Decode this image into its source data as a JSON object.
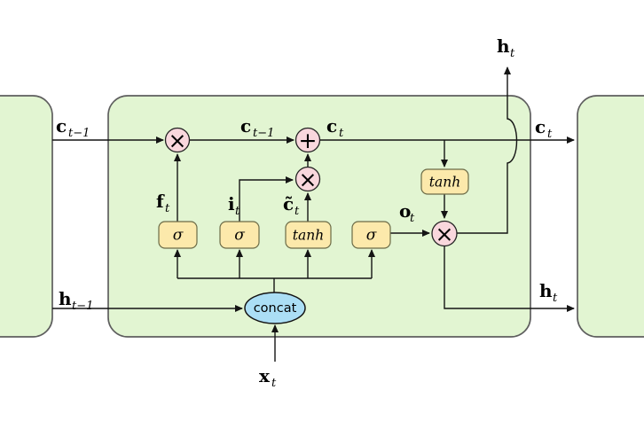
{
  "labels": {
    "cell_state_in": {
      "base": "c",
      "sub": "t−1"
    },
    "cell_state_mid": {
      "base": "c",
      "sub": "t−1"
    },
    "cell_state_new": {
      "base": "c",
      "sub": "t"
    },
    "cell_state_out": {
      "base": "c",
      "sub": "t"
    },
    "hidden_in": {
      "base": "h",
      "sub": "t−1"
    },
    "hidden_top": {
      "base": "h",
      "sub": "t"
    },
    "hidden_out": {
      "base": "h",
      "sub": "t"
    },
    "input": {
      "base": "x",
      "sub": "t"
    },
    "forget_signal": {
      "base": "f",
      "sub": "t"
    },
    "input_signal": {
      "base": "i",
      "sub": "t"
    },
    "candidate_signal": {
      "base": "c̃",
      "sub": "t"
    },
    "output_signal": {
      "base": "o",
      "sub": "t"
    }
  },
  "gates": {
    "forget": "σ",
    "input": "σ",
    "candidate": "tanh",
    "output": "σ",
    "state_tanh": "tanh"
  },
  "nodes": {
    "concat": "concat",
    "multiply_icon": "×",
    "add_icon": "+"
  },
  "colors": {
    "cell_fill": "#e2f5d2",
    "cell_border": "#5e5e5e",
    "op_fill": "#f9d7dd",
    "gate_fill": "#fce9ab",
    "concat_fill": "#abdef5",
    "line": "#141414"
  }
}
